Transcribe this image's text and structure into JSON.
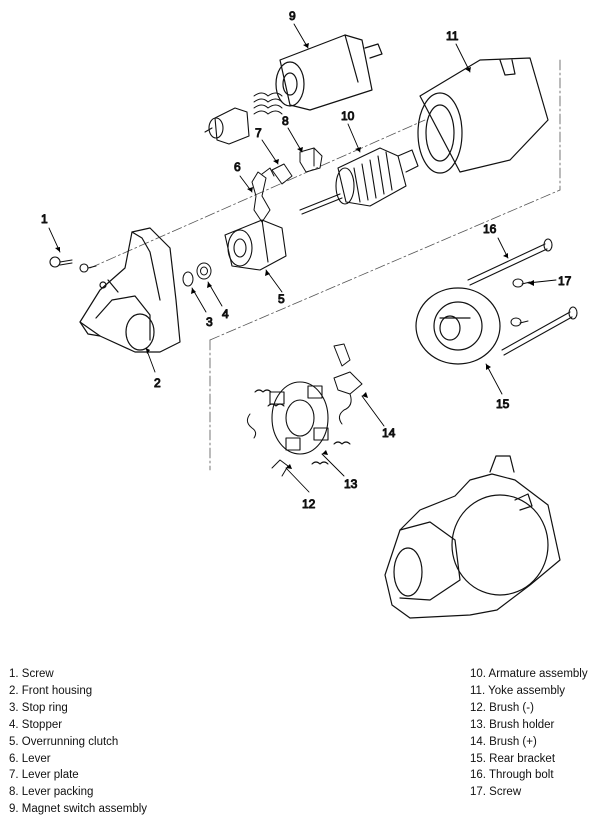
{
  "callouts": [
    "1",
    "2",
    "3",
    "4",
    "5",
    "6",
    "7",
    "8",
    "9",
    "10",
    "11",
    "12",
    "13",
    "14",
    "15",
    "16",
    "17"
  ],
  "legend": {
    "left": [
      "1. Screw",
      "2. Front housing",
      "3. Stop ring",
      "4. Stopper",
      "5. Overrunning clutch",
      "6. Lever",
      "7. Lever plate",
      "8. Lever packing",
      "9. Magnet switch assembly"
    ],
    "right": [
      "10. Armature assembly",
      "11. Yoke assembly",
      "12. Brush (-)",
      "13. Brush holder",
      "14. Brush (+)",
      "15. Rear bracket",
      "16. Through bolt",
      "17. Screw"
    ]
  }
}
